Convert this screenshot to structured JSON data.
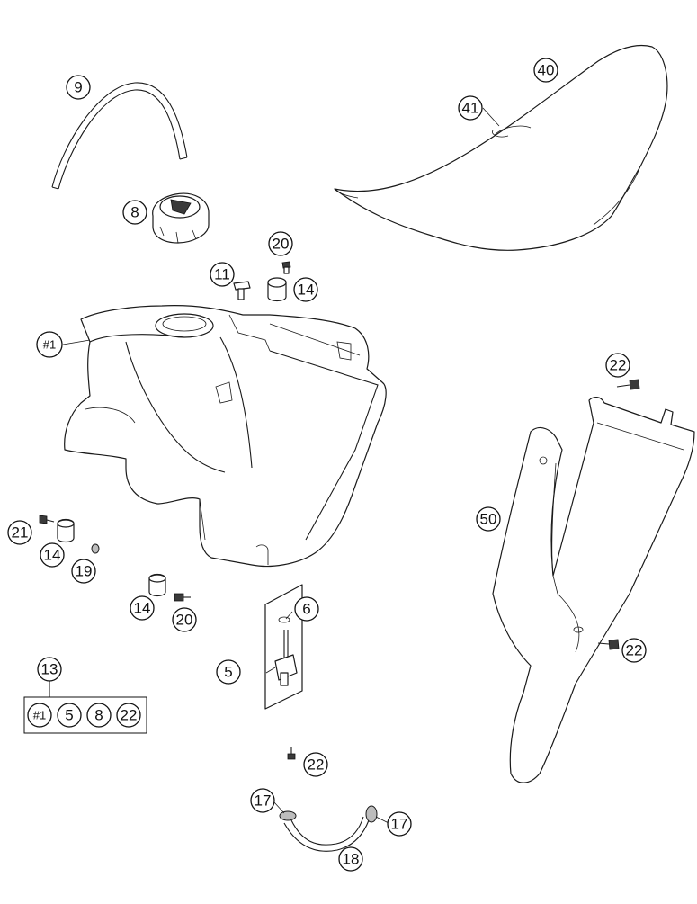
{
  "callouts": {
    "c40": "40",
    "c41": "41",
    "c9": "9",
    "c8": "8",
    "c20a": "20",
    "c11": "11",
    "c14a": "14",
    "c1": "#1",
    "c22a": "22",
    "c50": "50",
    "c21": "21",
    "c14b": "14",
    "c19": "19",
    "c14c": "14",
    "c20b": "20",
    "c6": "6",
    "c5": "5",
    "c22b": "22",
    "c13": "13",
    "c22c": "22",
    "c17a": "17",
    "c17b": "17",
    "c18": "18"
  },
  "kit": {
    "items": [
      "#1",
      "5",
      "8",
      "22"
    ]
  }
}
